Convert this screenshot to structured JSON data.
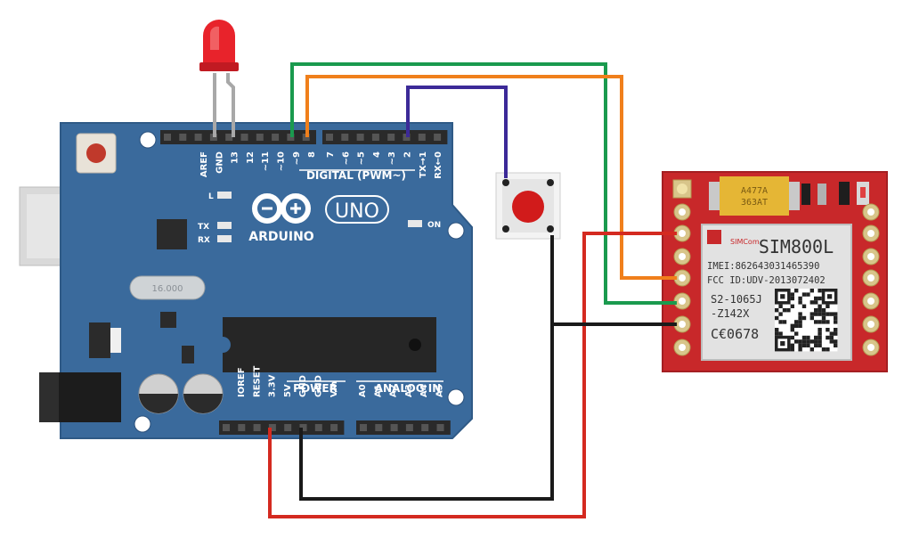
{
  "arduino": {
    "logo_text": "ARDUINO",
    "model": "UNO",
    "digital_header": "DIGITAL (PWM~)",
    "digital_pins": [
      "AREF",
      "GND",
      "13",
      "12",
      "~11",
      "~10",
      "~9",
      "8",
      "7",
      "~6",
      "~5",
      "4",
      "~3",
      "2",
      "TX→1",
      "RX←0"
    ],
    "power_header": "POWER",
    "power_pins": [
      "IOREF",
      "RESET",
      "3.3V",
      "5V",
      "GND",
      "GND",
      "Vin"
    ],
    "analog_header": "ANALOG IN",
    "analog_pins": [
      "A0",
      "A1",
      "A2",
      "A3",
      "A4",
      "A5"
    ],
    "led_labels": {
      "l": "L",
      "tx": "TX",
      "rx": "RX",
      "on": "ON"
    },
    "crystal_text": "16.000"
  },
  "sim800l": {
    "title": "SIM800L",
    "imei": "IMEI:862643031465390",
    "fcc": "FCC ID:UDV-2013072402",
    "model1": "S2-1065J",
    "model2": "-Z142X",
    "ce": "C€0678",
    "logo": "SIMCom",
    "cap_line1": "A477A",
    "cap_line2": "363AT"
  },
  "wire_colors": {
    "green": "#1a9a4e",
    "orange": "#f07f1b",
    "purple": "#3c2a98",
    "red": "#d42a20",
    "black": "#1a1a1a"
  },
  "board_color": "#3a6a9c",
  "sim_board_color": "#c8282a"
}
